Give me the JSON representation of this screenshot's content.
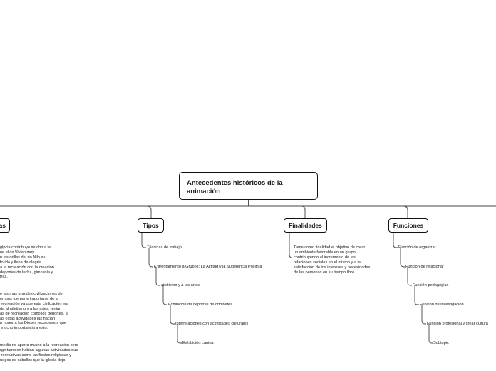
{
  "root": {
    "title": "Antecedentes históricos de la animación"
  },
  "branches": [
    {
      "id": "first",
      "label": "as",
      "paragraphs": [
        "gipcia contribuyo mucho a la\nue ellos Vivian muy\nn las orillas del rio Nilo su\nforida y llena de alegria\na la recreación con la creación\ndeportes de lucha, gimnasia y\ntras.",
        "e las más grandes civilizaciones de\nempos fue parte importante de la\n recreación ya que esta civilización era\nda al atletismo y a las artes, tenian\nas de recreación como los deportes, la\nas estas actividades las hacian\nn honor a los Dioses recordemos que\n mucho importancia a esto.",
        "media no aporto mucho a la recreación pero\nrgo tambien habian algunas actividades que\n recreativas como las fiestas religiosas y\nuegos de caballos que la iglesia dejo."
      ]
    },
    {
      "id": "tipos",
      "label": "Tipos",
      "items": [
        "Técnicas de trabajo",
        "Enfrentamiento a Grupos: La Actitud y la Sugerencia Positiva",
        "atletismo y a las artes",
        "Exhibición de deportes de combates",
        "Interrelaciones con actividades culturales",
        "Exhibición canina"
      ]
    },
    {
      "id": "finalidades",
      "label": "Finalidades",
      "paragraph": "Tiene como finalidad el objetivo de crear\nun ambiente favorable en un grupo,\ncontribuyendo al incremento de las\nrelaciones sociales en el mismo y a la\nsatisfacción de los intereses y necesidades\nde las personas en su tiempo libre."
    },
    {
      "id": "funciones",
      "label": "Funciones",
      "items": [
        "Función de organizar",
        "Función de relacionar",
        "Función pedagógica",
        "Función de investigación",
        "Función profesional y crear cultura",
        "Subtopic"
      ]
    }
  ]
}
